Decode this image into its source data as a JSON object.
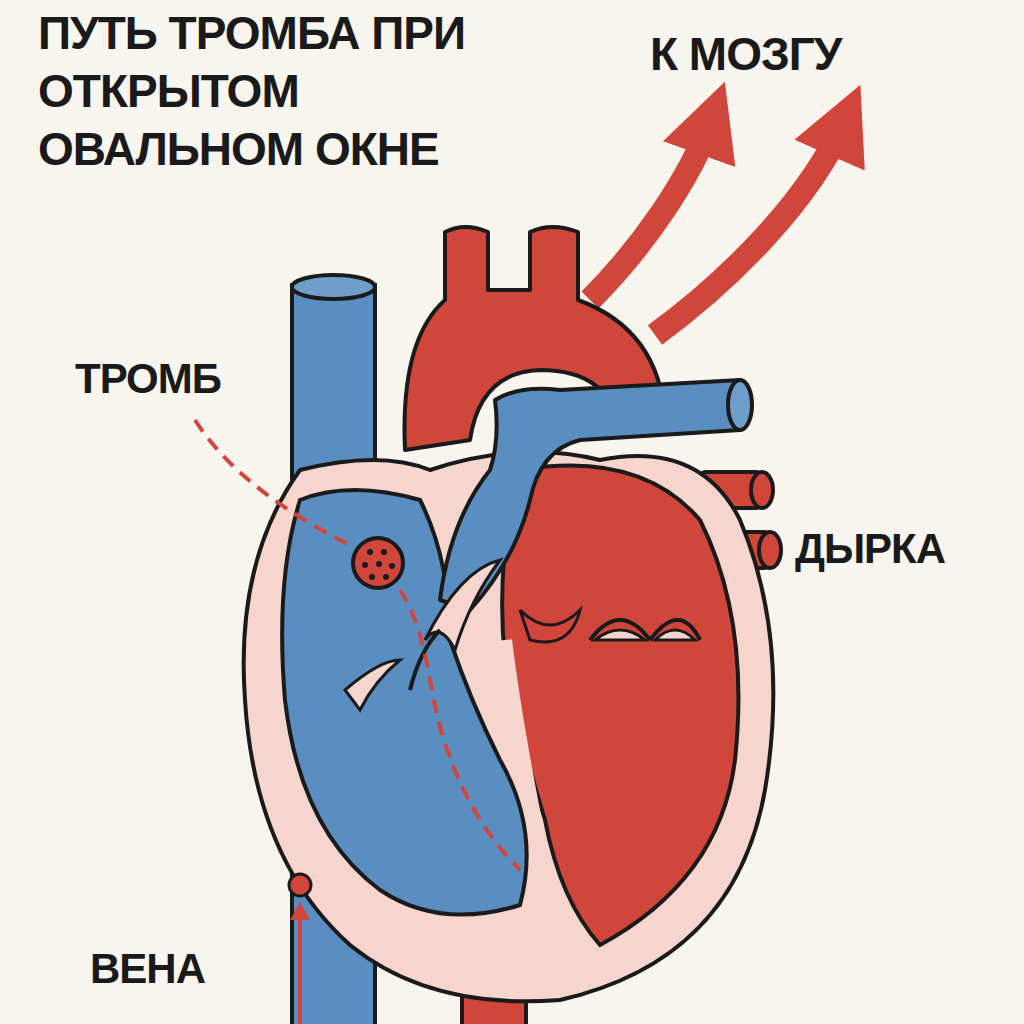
{
  "diagram": {
    "title": "ПУТЬ ТРОМБА ПРИ ОТКРЫТОМ ОВАЛЬНОМ ОКНЕ",
    "labels": [
      "К МОЗГУ",
      "ТРОМБ",
      "ДЫРКА",
      "ВЕНА"
    ]
  }
}
